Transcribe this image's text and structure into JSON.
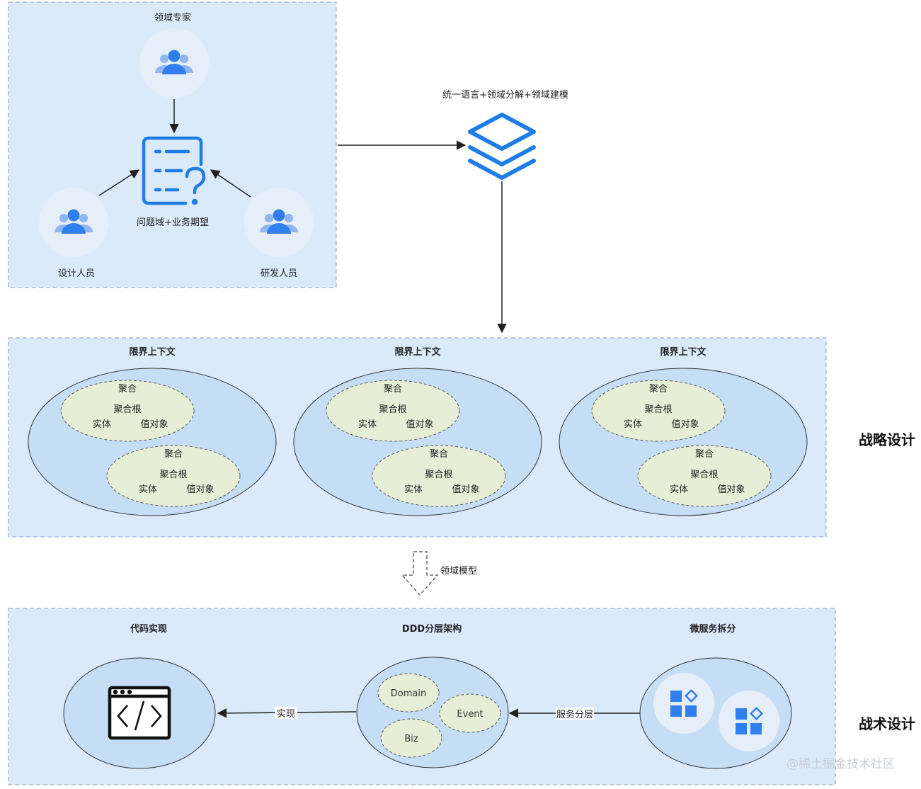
{
  "top_group": {
    "expert": "领域专家",
    "problem": "问题域+业务期望",
    "designer": "设计人员",
    "developer": "研发人员"
  },
  "modeling": {
    "label": "统一语言+领域分解+领域建模"
  },
  "contexts": [
    {
      "title": "限界上下文",
      "aggregates": [
        {
          "title": "聚合",
          "root": "聚合根",
          "entity": "实体",
          "value": "值对象"
        },
        {
          "title": "聚合",
          "root": "聚合根",
          "entity": "实体",
          "value": "值对象"
        }
      ]
    },
    {
      "title": "限界上下文",
      "aggregates": [
        {
          "title": "聚合",
          "root": "聚合根",
          "entity": "实体",
          "value": "值对象"
        },
        {
          "title": "聚合",
          "root": "聚合根",
          "entity": "实体",
          "value": "值对象"
        }
      ]
    },
    {
      "title": "限界上下文",
      "aggregates": [
        {
          "title": "聚合",
          "root": "聚合根",
          "entity": "实体",
          "value": "值对象"
        },
        {
          "title": "聚合",
          "root": "聚合根",
          "entity": "实体",
          "value": "值对象"
        }
      ]
    }
  ],
  "strategic_label": "战略设计",
  "domain_model_label": "领域模型",
  "bottom_group": {
    "code_title": "代码实现",
    "ddd_title": "DDD分层架构",
    "micro_title": "微服务拆分",
    "ddd_items": {
      "domain": "Domain",
      "event": "Event",
      "biz": "Biz"
    },
    "implement_label": "实现",
    "service_layer_label": "服务分层"
  },
  "tactical_label": "战术设计",
  "watermark": "@稀土掘金技术社区",
  "colors": {
    "panel_fill": "#dbeafb",
    "panel_stroke": "#9fb3c8",
    "ellipse_fill": "#c5def5",
    "aggregate_fill": "#e7eed6",
    "icon_blue": "#1e7de6",
    "person_blue": "#2f7ff0"
  }
}
